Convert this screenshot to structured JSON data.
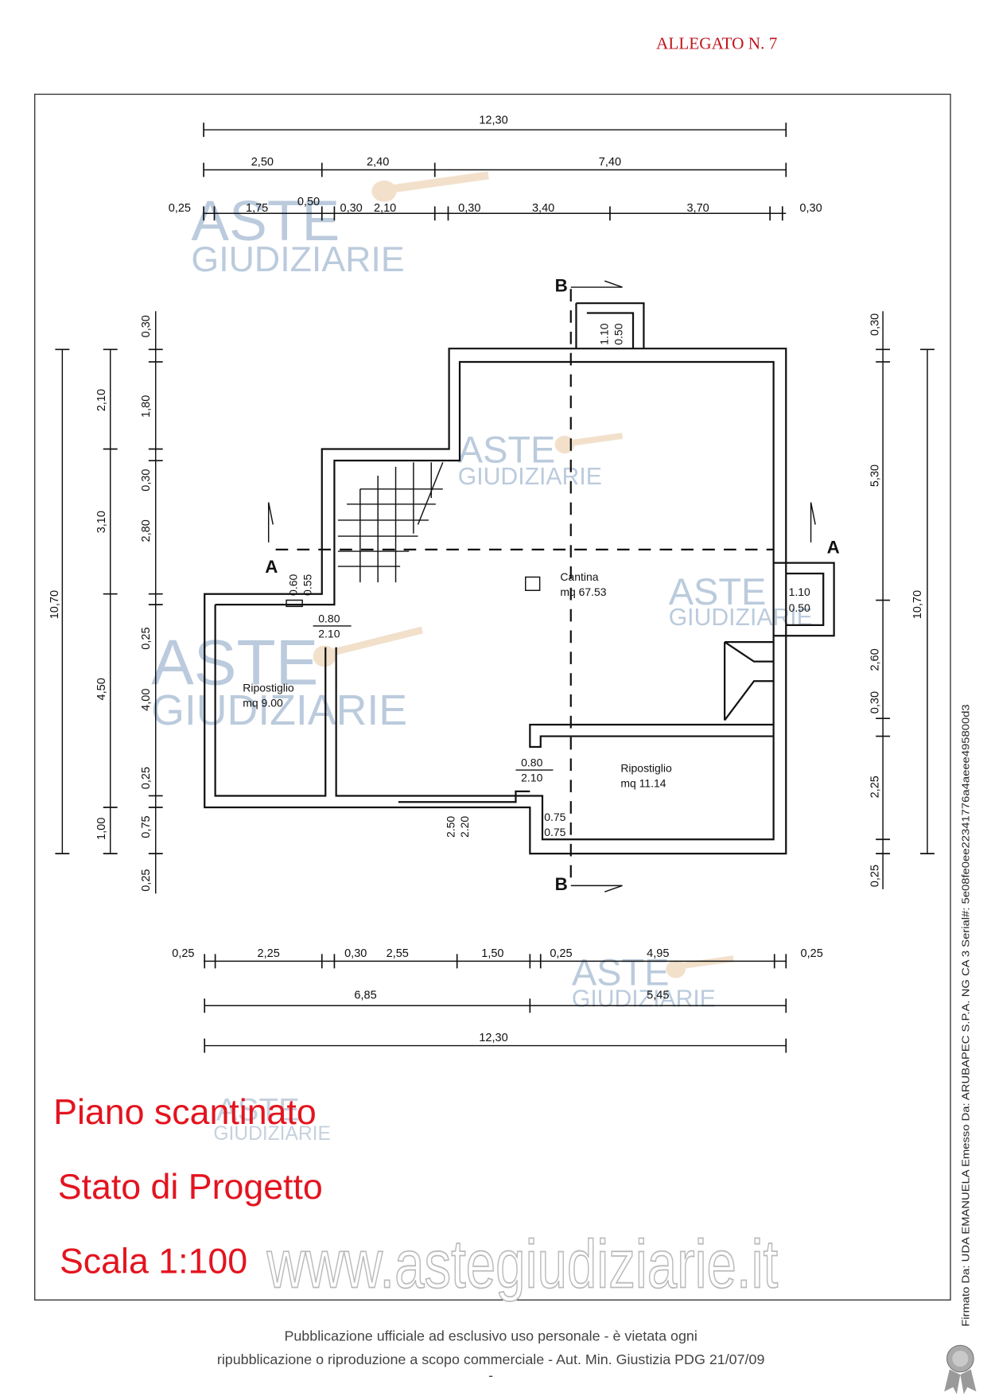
{
  "header": {
    "annex_label": "ALLEGATO N. 7"
  },
  "dimensions": {
    "top_total": "12,30",
    "top_mid": [
      "2,50",
      "2,40",
      "7,40"
    ],
    "top_detail": [
      "0,25",
      "1,75",
      "0,50",
      "0,30",
      "2,10",
      "0,30",
      "3,40",
      "3,70",
      "0,30"
    ],
    "bottom_detail": [
      "0,25",
      "2,25",
      "0,30",
      "2,55",
      "1,50",
      "0,25",
      "4,95",
      "0,25"
    ],
    "bottom_mid": [
      "6,85",
      "5,45"
    ],
    "bottom_total": "12,30",
    "left_total": "10,70",
    "left_mid": [
      "2,10",
      "3,10",
      "4,50",
      "1,00"
    ],
    "left_detail": [
      "0,30",
      "1,80",
      "0,30",
      "2,80",
      "0,25",
      "4,00",
      "0,25",
      "0,75",
      "0,25"
    ],
    "right_detail": [
      "0,30",
      "5,30",
      "2,60",
      "0,30",
      "2,25",
      "0,25"
    ],
    "right_total": "10,70"
  },
  "rooms": [
    {
      "name": "Cantina",
      "area": "mq 67.53"
    },
    {
      "name": "Ripostiglio",
      "area": "mq 9.00"
    },
    {
      "name": "Ripostiglio",
      "area": "mq 11.14"
    }
  ],
  "openings": {
    "door_left": [
      "0.80",
      "2.10"
    ],
    "door_right": [
      "0.80",
      "2.10"
    ],
    "window_top": [
      "1.10",
      "0.50"
    ],
    "window_right": [
      "1.10",
      "0.50"
    ],
    "window_left": [
      "0.60",
      "0.55"
    ],
    "entrance": [
      "2.50",
      "2.20"
    ],
    "entrance_side": [
      "0.75",
      "0.75"
    ]
  },
  "sections": {
    "a": "A",
    "b": "B"
  },
  "titles": [
    "Piano scantinato",
    "Stato di Progetto",
    "Scala 1:100"
  ],
  "watermark": {
    "line1": "ASTE",
    "line2": "GIUDIZIARIE",
    "site": "www.astegiudiziarie.it"
  },
  "footer": {
    "line1": "Pubblicazione ufficiale ad esclusivo uso personale - è vietata ogni",
    "line2": "ripubblicazione o riproduzione a scopo commerciale - Aut. Min. Giustizia PDG 21/07/09",
    "line3": "-"
  },
  "signature": "Firmato Da: UDA EMANUELA Emesso Da: ARUBAPEC S.P.A. NG CA 3 Serial#: 5e08fe0ee22341776a4aeee495800d3",
  "colors": {
    "title_red": "#e3141f",
    "annex_red": "#c0141c",
    "watermark_blue": "#9fb6d0"
  }
}
